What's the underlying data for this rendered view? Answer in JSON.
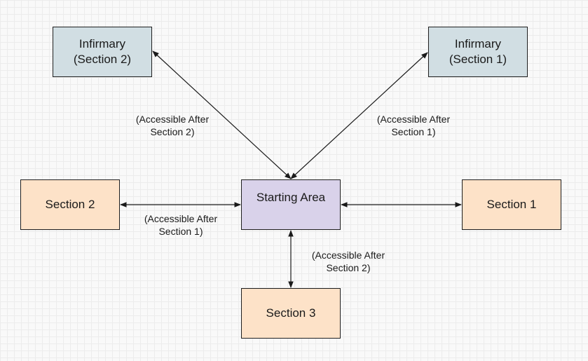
{
  "diagram": {
    "nodes": {
      "infirmary_section2": {
        "text": "Infirmary\n(Section 2)"
      },
      "infirmary_section1": {
        "text": "Infirmary\n(Section 1)"
      },
      "section2": {
        "text": "Section 2"
      },
      "starting_area": {
        "text": "Starting Area"
      },
      "section1": {
        "text": "Section 1"
      },
      "section3": {
        "text": "Section 3"
      }
    },
    "edge_labels": {
      "to_infirmary_section2": "(Accessible After\nSection 2)",
      "to_infirmary_section1": "(Accessible After\nSection 1)",
      "to_section2": "(Accessible After\nSection 1)",
      "to_section3": "(Accessible After\nSection 2)"
    },
    "colors": {
      "infirmary_fill": "#d1dee3",
      "section_fill": "#fde2c8",
      "start_fill": "#d9d2ea",
      "stroke": "#1f1f1f"
    }
  }
}
